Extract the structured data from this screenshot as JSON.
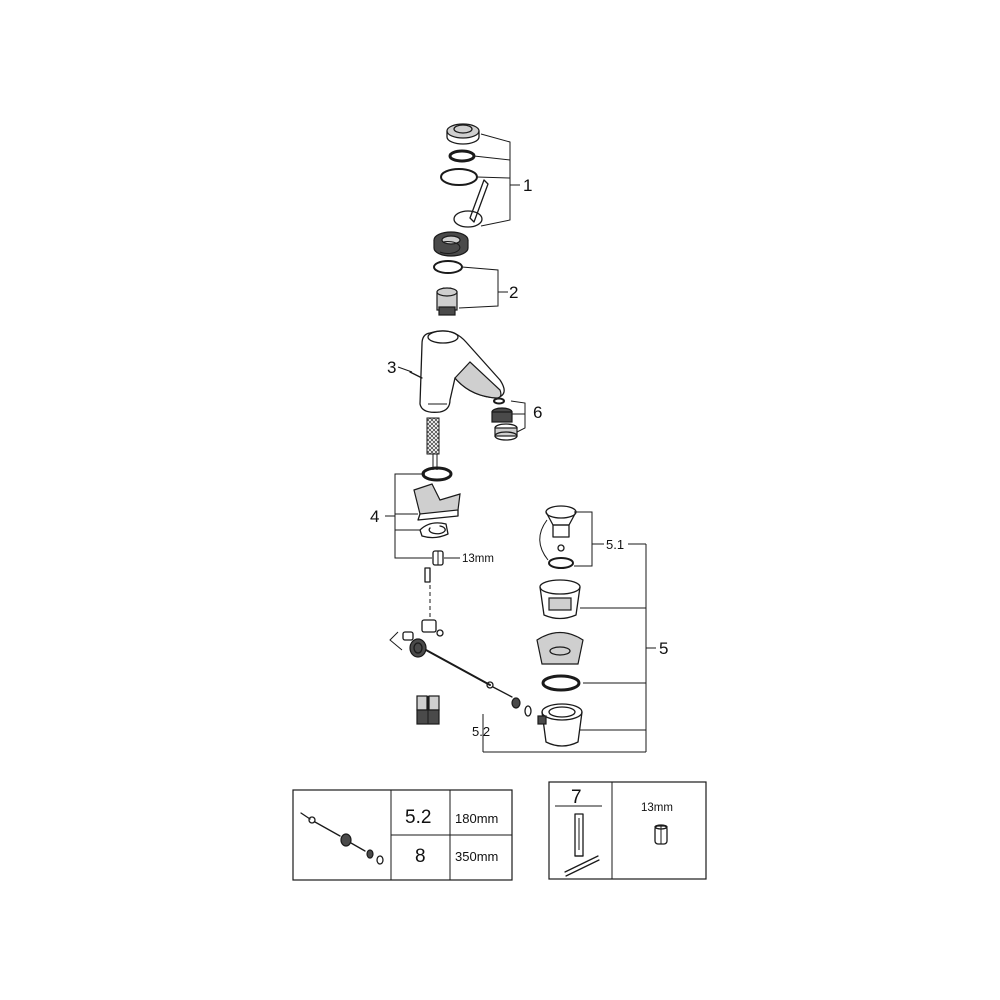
{
  "callouts": {
    "c1": "1",
    "c2": "2",
    "c3": "3",
    "c4": "4",
    "c4_size": "13mm",
    "c5": "5",
    "c5_1": "5.1",
    "c5_2": "5.2",
    "c6": "6"
  },
  "table_rods": {
    "row1_code": "5.2",
    "row1_len": "180mm",
    "row2_code": "8",
    "row2_len": "350mm"
  },
  "table_tool": {
    "code": "7",
    "size": "13mm"
  }
}
